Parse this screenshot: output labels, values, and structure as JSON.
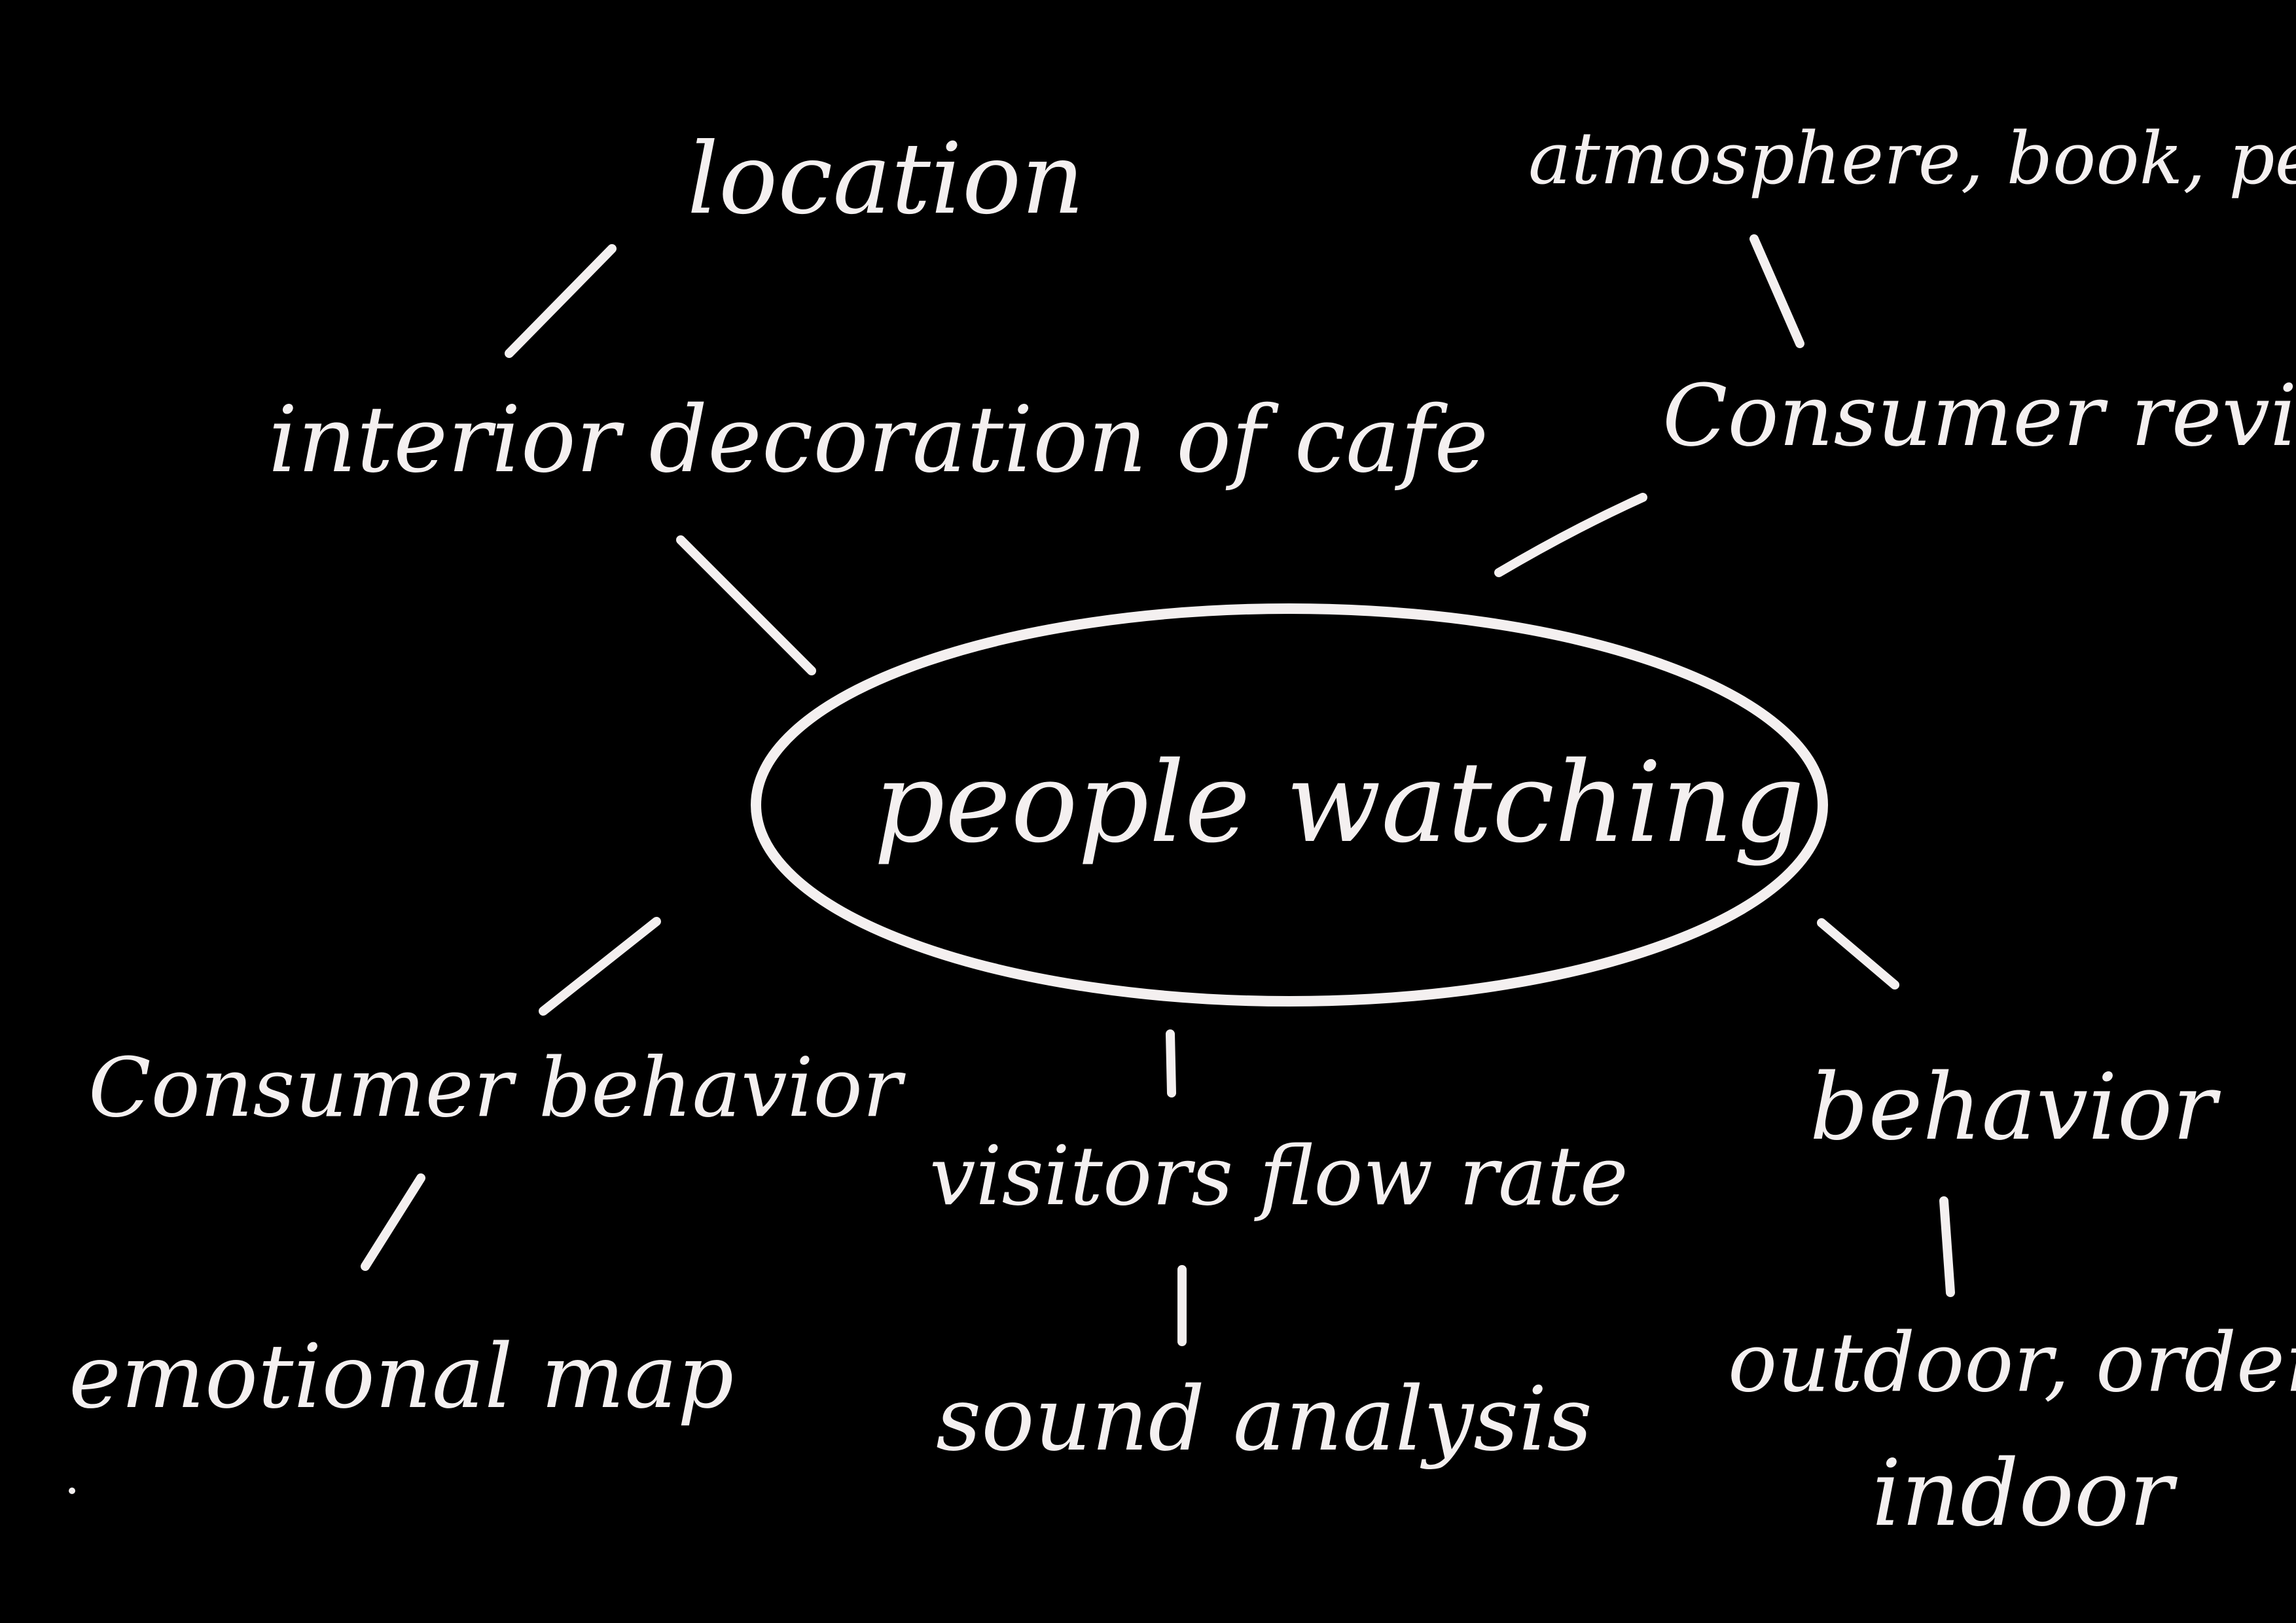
{
  "colors": {
    "background": "#000000",
    "ink": "#f4f0f0"
  },
  "mindmap": {
    "center": "people watching",
    "nodes": {
      "location": "location",
      "atmosphere": "atmosphere, book, pet",
      "interior": "interior decoration of cafe",
      "reviews": "Consumer reviews",
      "consumer_behavior": "Consumer behavior",
      "emotional_map": "emotional map",
      "visitors_flow": "visitors flow rate",
      "sound_analysis": "sound analysis",
      "behavior": "behavior",
      "outdoor_order": "outdoor, order,",
      "indoor": "indoor"
    }
  }
}
